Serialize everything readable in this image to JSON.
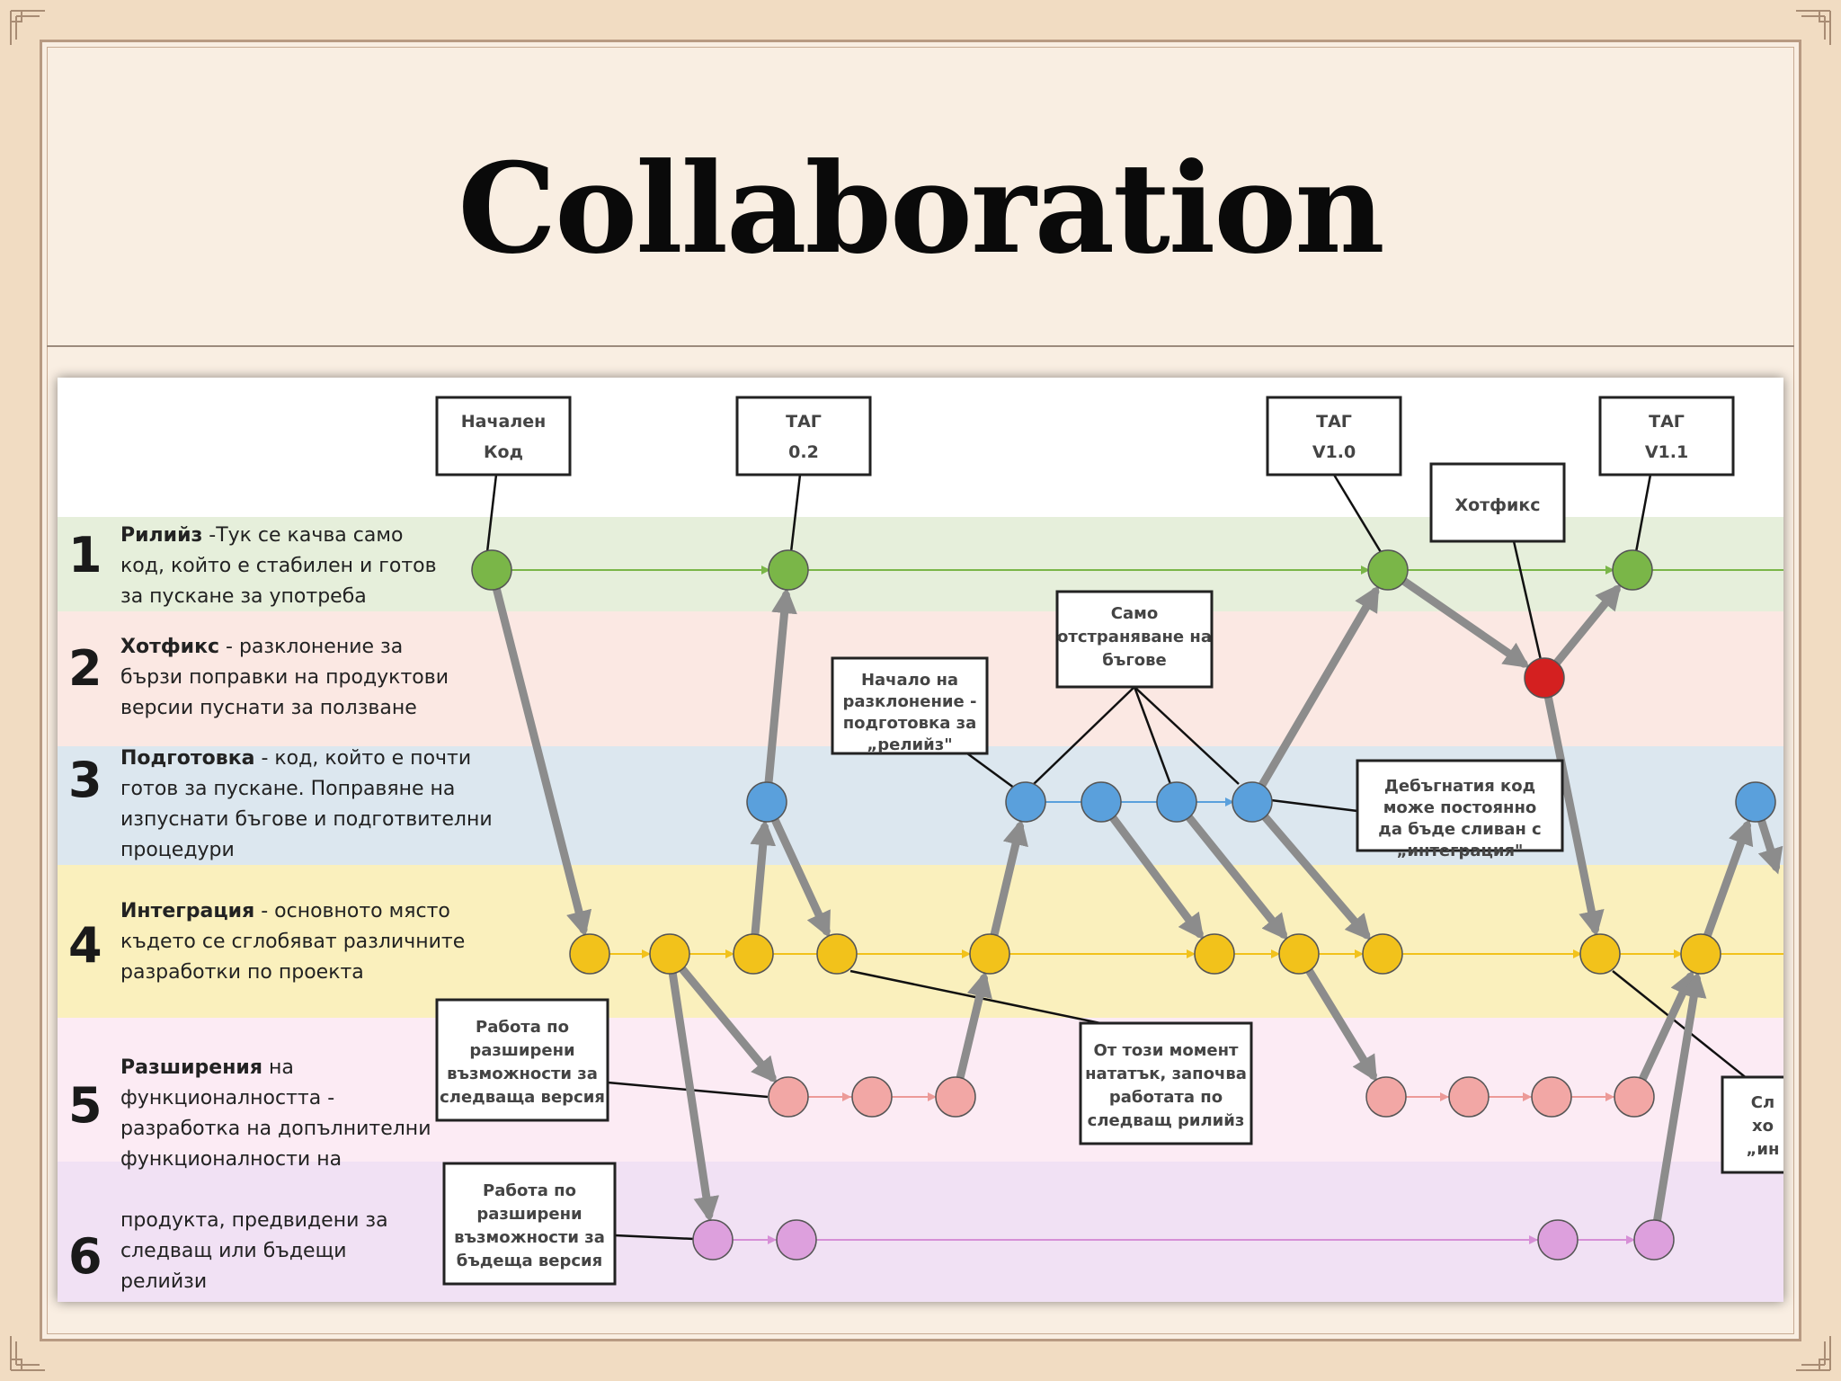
{
  "slide": {
    "title": "Collaboration"
  },
  "diagram": {
    "lanes": [
      {
        "number": "1",
        "lines": [
          [
            {
              "t": "Рилийз",
              "b": true
            },
            {
              "t": " -Тук се качва само",
              "b": false
            }
          ],
          [
            {
              "t": "код, който е стабилен и готов",
              "b": false
            }
          ],
          [
            {
              "t": "за пускане за употреба",
              "b": false
            }
          ]
        ]
      },
      {
        "number": "2",
        "lines": [
          [
            {
              "t": "Хотфикс",
              "b": true
            },
            {
              "t": " - разклонение за",
              "b": false
            }
          ],
          [
            {
              "t": "бързи поправки на продуктови",
              "b": false
            }
          ],
          [
            {
              "t": "версии пуснати за ползване",
              "b": false
            }
          ]
        ]
      },
      {
        "number": "3",
        "lines": [
          [
            {
              "t": "Подготовка",
              "b": true
            },
            {
              "t": " - код, който е почти",
              "b": false
            }
          ],
          [
            {
              "t": "готов за пускане. Поправяне на",
              "b": false
            }
          ],
          [
            {
              "t": "изпуснати бъгове и подготвителни",
              "b": false
            }
          ],
          [
            {
              "t": "процедури",
              "b": false
            }
          ]
        ]
      },
      {
        "number": "4",
        "lines": [
          [
            {
              "t": "Интеграция",
              "b": true
            },
            {
              "t": " - основното място",
              "b": false
            }
          ],
          [
            {
              "t": "където се сглобяват различните",
              "b": false
            }
          ],
          [
            {
              "t": "разработки по проекта",
              "b": false
            }
          ]
        ]
      },
      {
        "number": "5",
        "lines": [
          [
            {
              "t": "Разширения",
              "b": true
            },
            {
              "t": " на",
              "b": false
            }
          ],
          [
            {
              "t": "функционалността -",
              "b": false
            }
          ],
          [
            {
              "t": "разработка на допълнителни",
              "b": false
            }
          ],
          [
            {
              "t": "функционалности на",
              "b": false
            }
          ]
        ]
      },
      {
        "number": "6",
        "lines": [
          [
            {
              "t": "продукта, предвидени за",
              "b": false
            }
          ],
          [
            {
              "t": "следващ или бъдещи",
              "b": false
            }
          ],
          [
            {
              "t": "релийзи",
              "b": false
            }
          ]
        ]
      }
    ],
    "callouts": {
      "initial_code": [
        "Начален",
        "Код"
      ],
      "tag_02": [
        "ТАГ",
        "0.2"
      ],
      "tag_v10": [
        "ТАГ",
        "V1.0"
      ],
      "tag_v11": [
        "ТАГ",
        "V1.1"
      ],
      "hotfix": [
        "Хотфикс"
      ],
      "bugfix_only": [
        "Само",
        "отстраняване на",
        "бъгове"
      ],
      "release_branch_start": [
        "Начало на",
        "разклонение -",
        "подготовка за",
        "„релийз\""
      ],
      "debugged_code": [
        "Дебъгнатия код",
        "може постоянно",
        "да бъде сливан с",
        "„интеграция\""
      ],
      "next_version_features": [
        "Работа по",
        "разширени",
        "възможности за",
        "следваща версия"
      ],
      "future_version_features": [
        "Работа по",
        "разширени",
        "възможности за",
        "бъдеща версия"
      ],
      "next_release_work": [
        "От този момент",
        "нататък, започва",
        "работата по",
        "следващ рилийз"
      ],
      "cut_off": [
        "Сл",
        "хо",
        "„ин"
      ]
    },
    "colors": {
      "release": "#7ab648",
      "hotfix": "#d42020",
      "prep": "#5aa0dc",
      "integration": "#f2c21b",
      "feature_next": "#f2a7a5",
      "feature_future": "#dda0dd"
    }
  }
}
